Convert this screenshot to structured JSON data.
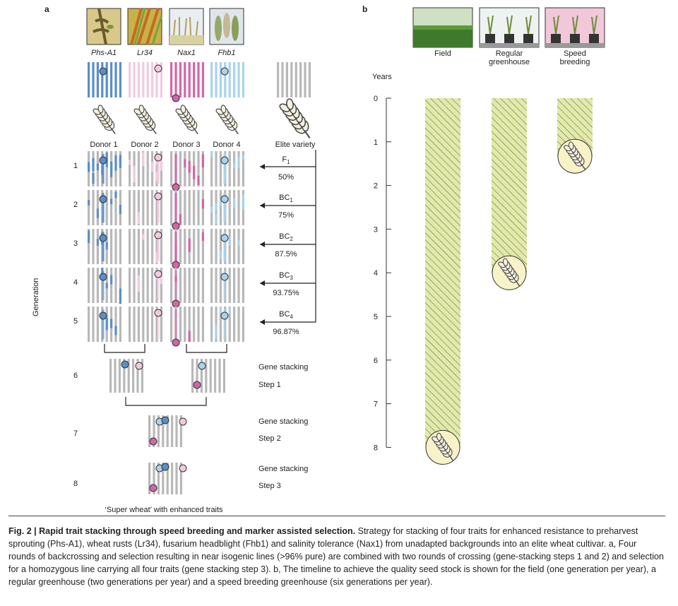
{
  "panel_a": {
    "letter": "a",
    "traits": [
      "Phs-A1",
      "Lr34",
      "Nax1",
      "Fhb1"
    ],
    "donors": [
      "Donor 1",
      "Donor 2",
      "Donor 3",
      "Donor 4"
    ],
    "elite_label": "Elite variety",
    "generation_axis": "Generation",
    "generations": [
      "1",
      "2",
      "3",
      "4",
      "5",
      "6",
      "7",
      "8"
    ],
    "crosses": [
      {
        "name": "F",
        "sub": "1",
        "pct": "50%"
      },
      {
        "name": "BC",
        "sub": "1",
        "pct": "75%"
      },
      {
        "name": "BC",
        "sub": "2",
        "pct": "87.5%"
      },
      {
        "name": "BC",
        "sub": "3",
        "pct": "93.75%"
      },
      {
        "name": "BC",
        "sub": "4",
        "pct": "96.87%"
      }
    ],
    "stacking": [
      {
        "line1": "Gene stacking",
        "line2": "Step 1"
      },
      {
        "line1": "Gene stacking",
        "line2": "Step 2"
      },
      {
        "line1": "Gene stacking",
        "line2": "Step 3"
      }
    ],
    "result": "‘Super wheat’ with enhanced traits",
    "colors": {
      "donor1": "#5b8ec7",
      "donor2": "#f3c9df",
      "donor3": "#d266a8",
      "donor4": "#a9d3ec",
      "grey": "#b8b8b8"
    }
  },
  "panel_b": {
    "letter": "b",
    "years_label": "Years",
    "environments": [
      "Field",
      "Regular greenhouse",
      "Speed breeding"
    ],
    "chart_data": {
      "type": "bar",
      "categories": [
        "Field",
        "Regular greenhouse",
        "Speed breeding"
      ],
      "values": [
        8,
        4,
        1.33
      ],
      "ylabel": "Years",
      "ylim": [
        0,
        8
      ],
      "yticks": [
        "0",
        "1",
        "2",
        "3",
        "4",
        "5",
        "6",
        "7",
        "8"
      ],
      "color": "#dfe8a6"
    }
  },
  "caption": {
    "title": "Fig. 2 | Rapid trait stacking through speed breeding and marker assisted selection.",
    "text": "Strategy for stacking of four traits for enhanced resistance to preharvest sprouting (Phs-A1), wheat rusts (Lr34), fusarium headblight (Fhb1) and salinity tolerance (Nax1) from unadapted backgrounds into an elite wheat cultivar. a, Four rounds of backcrossing and selection resulting in near isogenic lines (>96% pure) are combined with two rounds of crossing (gene-stacking steps 1 and 2) and selection for a homozygous line carrying all four traits (gene stacking step 3). b, The timeline to achieve the quality seed stock is shown for the field (one generation per year), a regular greenhouse (two generations per year) and a speed breeding greenhouse (six generations per year)."
  }
}
